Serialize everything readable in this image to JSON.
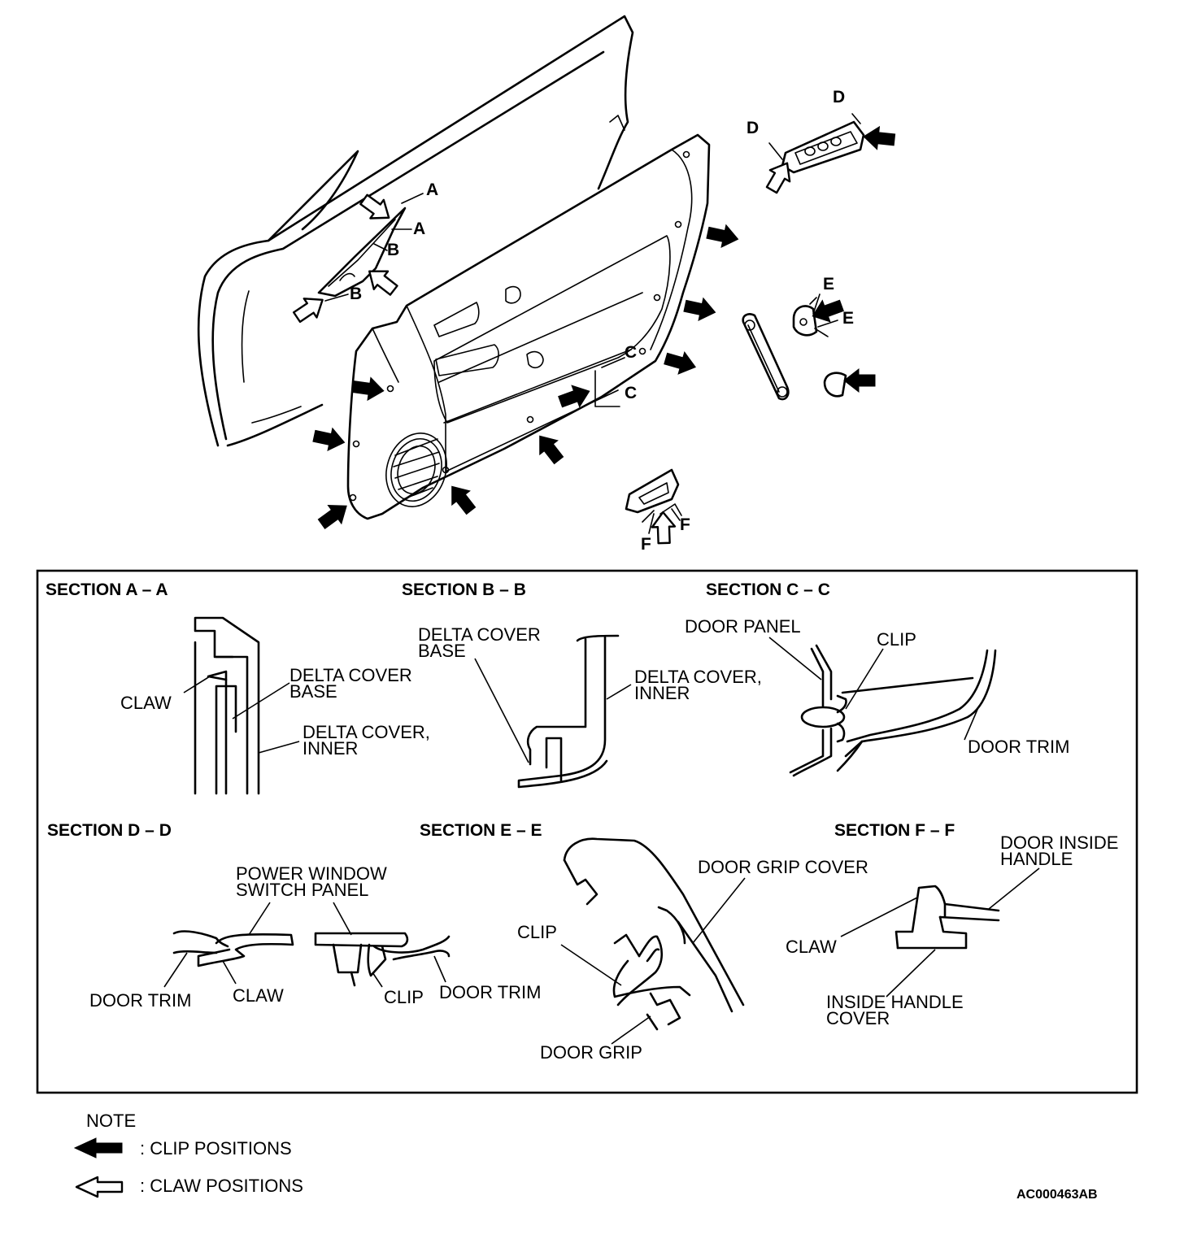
{
  "callouts": {
    "a1": "A",
    "a2": "A",
    "b1": "B",
    "b2": "B",
    "c1": "C",
    "c2": "C",
    "d1": "D",
    "d2": "D",
    "e1": "E",
    "e2": "E",
    "f1": "F",
    "f2": "F"
  },
  "sections": {
    "aa": {
      "title": "SECTION A – A",
      "claw": "CLAW",
      "delta_cover_base": [
        "DELTA COVER",
        "BASE"
      ],
      "delta_cover_inner": [
        "DELTA COVER,",
        "INNER"
      ]
    },
    "bb": {
      "title": "SECTION B – B",
      "delta_cover_base": [
        "DELTA COVER",
        "BASE"
      ],
      "delta_cover_inner": [
        "DELTA COVER,",
        "INNER"
      ]
    },
    "cc": {
      "title": "SECTION C – C",
      "door_panel": "DOOR PANEL",
      "clip": "CLIP",
      "door_trim": "DOOR TRIM"
    },
    "dd": {
      "title": "SECTION D – D",
      "power_window_switch_panel": [
        "POWER WINDOW",
        "SWITCH PANEL"
      ],
      "door_trim_left": "DOOR TRIM",
      "claw": "CLAW",
      "clip": "CLIP",
      "door_trim_right": "DOOR TRIM"
    },
    "ee": {
      "title": "SECTION E – E",
      "door_grip_cover": "DOOR GRIP COVER",
      "clip": "CLIP",
      "door_grip": "DOOR GRIP"
    },
    "ff": {
      "title": "SECTION F – F",
      "door_inside_handle": [
        "DOOR INSIDE",
        "HANDLE"
      ],
      "claw": "CLAW",
      "inside_handle_cover": [
        "INSIDE HANDLE",
        "COVER"
      ]
    }
  },
  "note": {
    "heading": "NOTE",
    "clip_positions": ": CLIP POSITIONS",
    "claw_positions": ": CLAW POSITIONS"
  },
  "figure_code": "AC000463AB",
  "icons": {
    "clip_arrow": "solid-black-arrow",
    "claw_arrow": "hollow-outline-arrow"
  },
  "colors": {
    "line": "#000000",
    "background": "#ffffff"
  }
}
